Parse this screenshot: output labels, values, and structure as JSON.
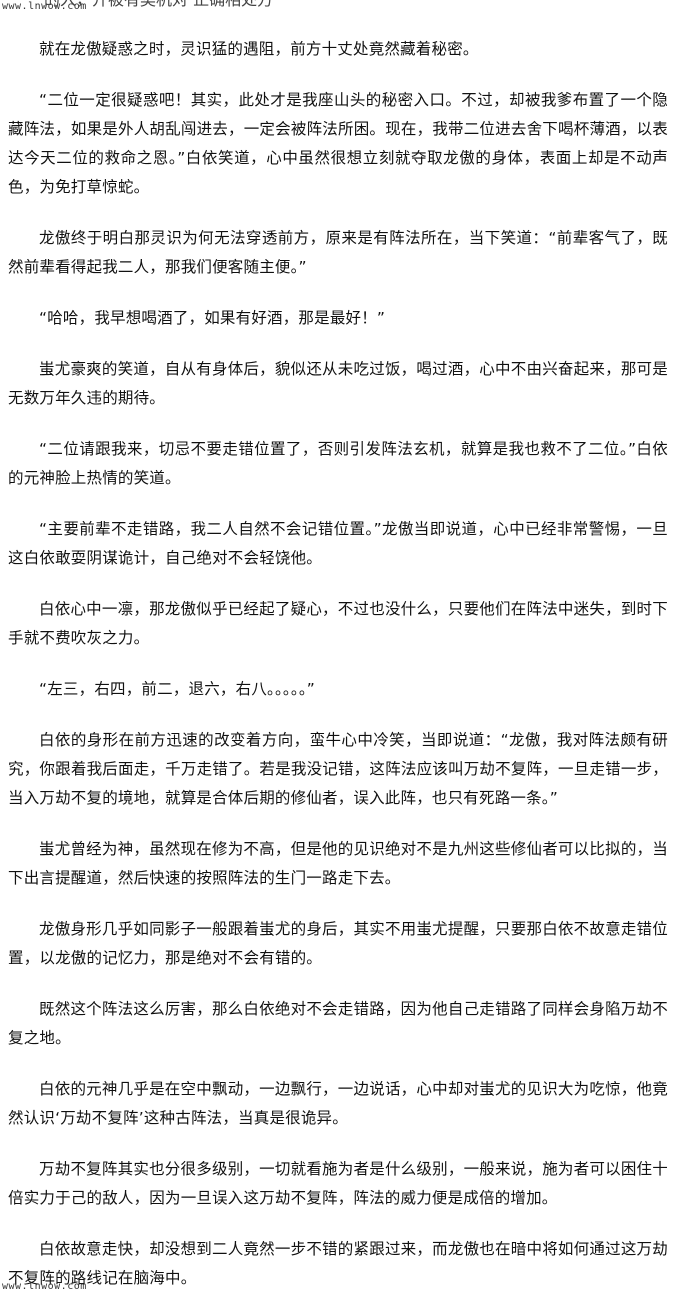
{
  "watermark_top": "www.lnwow.com",
  "watermark_bottom": "www.lnwow.com",
  "cut_line": "的入，开被有契机对 正确相处方",
  "paragraphs": [
    "就在龙傲疑惑之时，灵识猛的遇阻，前方十丈处竟然藏着秘密。",
    "“二位一定很疑惑吧！其实，此处才是我座山头的秘密入口。不过，却被我爹布置了一个隐藏阵法，如果是外人胡乱闯进去，一定会被阵法所困。现在，我带二位进去舍下喝杯薄酒，以表达今天二位的救命之恩。”白依笑道，心中虽然很想立刻就夺取龙傲的身体，表面上却是不动声色，为免打草惊蛇。",
    "龙傲终于明白那灵识为何无法穿透前方，原来是有阵法所在，当下笑道：“前辈客气了，既然前辈看得起我二人，那我们便客随主便。”",
    "“哈哈，我早想喝酒了，如果有好酒，那是最好！”",
    "蚩尤豪爽的笑道，自从有身体后，貌似还从未吃过饭，喝过酒，心中不由兴奋起来，那可是无数万年久违的期待。",
    "“二位请跟我来，切忌不要走错位置了，否则引发阵法玄机，就算是我也救不了二位。”白依的元神脸上热情的笑道。",
    "“主要前辈不走错路，我二人自然不会记错位置。”龙傲当即说道，心中已经非常警惕，一旦这白依敢耍阴谋诡计，自己绝对不会轻饶他。",
    "白依心中一凛，那龙傲似乎已经起了疑心，不过也没什么，只要他们在阵法中迷失，到时下手就不费吹灰之力。",
    "“左三，右四，前二，退六，右八。。。。。”",
    "白依的身形在前方迅速的改变着方向，蛮牛心中冷笑，当即说道：“龙傲，我对阵法颇有研究，你跟着我后面走，千万走错了。若是我没记错，这阵法应该叫万劫不复阵，一旦走错一步，当入万劫不复的境地，就算是合体后期的修仙者，误入此阵，也只有死路一条。”",
    "蚩尤曾经为神，虽然现在修为不高，但是他的见识绝对不是九州这些修仙者可以比拟的，当下出言提醒道，然后快速的按照阵法的生门一路走下去。",
    "龙傲身形几乎如同影子一般跟着蚩尤的身后，其实不用蚩尤提醒，只要那白依不故意走错位置，以龙傲的记忆力，那是绝对不会有错的。",
    "既然这个阵法这么厉害，那么白依绝对不会走错路，因为他自己走错路了同样会身陷万劫不复之地。",
    "白依的元神几乎是在空中飘动，一边飘行，一边说话，心中却对蚩尤的见识大为吃惊，他竟然认识‘万劫不复阵’这种古阵法，当真是很诡异。",
    "万劫不复阵其实也分很多级别，一切就看施为者是什么级别，一般来说，施为者可以困住十倍实力于己的敌人，因为一旦误入这万劫不复阵，阵法的威力便是成倍的增加。",
    "白依故意走快，却没想到二人竟然一步不错的紧跟过来，而龙傲也在暗中将如何通过这万劫不复阵的路线记在脑海中。"
  ]
}
